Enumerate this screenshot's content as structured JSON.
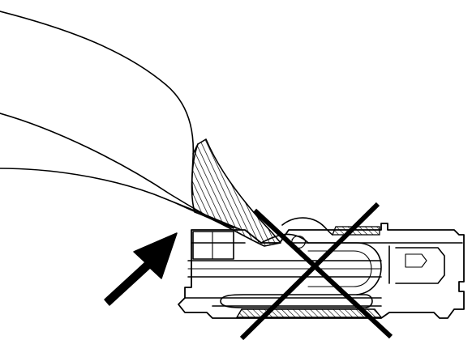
{
  "figure": {
    "kind": "technical-line-drawing",
    "depicts": [
      "gloved-hand",
      "connector",
      "release-latch",
      "push-direction-arrow",
      "prohibition-cross"
    ],
    "line_color": "#000000",
    "background_color": "#ffffff",
    "hatch_pattern": "diagonal",
    "text_labels": []
  }
}
